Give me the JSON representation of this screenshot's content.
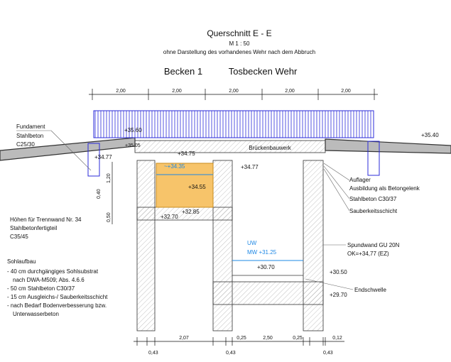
{
  "title": "Querschnitt E - E",
  "scale": "M 1 : 50",
  "subtitle": "ohne Darstellung des vorhandenes Wehr nach dem Abbruch",
  "section_labels": {
    "left": "Becken 1",
    "right": "Tosbecken Wehr"
  },
  "top_dims": [
    "2,00",
    "2,00",
    "2,00",
    "2,00",
    "2,00"
  ],
  "levels": {
    "rail_left": "+35.60",
    "ground_left": "+35.05",
    "found_left": "+34.77",
    "wall_top": "+34.75",
    "water_upper": "~+34.35",
    "inner": "+34.55",
    "slab_top": "+32.85",
    "slab_bottom": "+32.70",
    "bridge_under": "+34.77",
    "ground_right": "+35.40",
    "uw": "UW",
    "mw": "MW +31.25",
    "tos_floor": "+30.70",
    "endschwelle_top": "+30.50",
    "tos_bottom": "+29.70"
  },
  "vert_dims": [
    "1,20",
    "0,40",
    "0,50"
  ],
  "labels": {
    "fundament": [
      "Fundament",
      "Stahlbeton",
      "C25/30"
    ],
    "bruecke": "Brückenbauwerk",
    "trennwand": [
      "Höhen für Trennwand Nr. 34",
      "Stahlbetonfertigteil",
      "C35/45"
    ],
    "auflager": "Auflager",
    "betongelenk": "Ausbildung als Betongelenk",
    "stahlbeton": "Stahlbeton C30/37",
    "sauberkeit": "Sauberkeitsschicht",
    "spundwand": [
      "Spundwand GU 20N",
      "OK=+34,77 (EZ)"
    ],
    "endschwelle": "Endschwelle"
  },
  "sohlaufbau": {
    "title": "Sohlaufbau",
    "lines": [
      "- 40 cm durchgängiges Sohlsubstrat",
      "  nach DWA-M509; Abs. 4.6.6",
      "- 50 cm Stahlbeton C30/37",
      "- 15 cm Ausgleichs-/ Sauberkeitsschicht",
      "- nach Bedarf Bodenverbesserung bzw.",
      "  Unterwasserbeton"
    ]
  },
  "bottom_dims": [
    "2,07",
    "0,25",
    "2,50",
    "0,25",
    "0,12"
  ],
  "pile_dims": [
    "0,43",
    "0,43",
    "0,43"
  ],
  "colors": {
    "railing": "#2b2bd9",
    "water": "#1e88e5",
    "wood": "#f7c46a"
  }
}
